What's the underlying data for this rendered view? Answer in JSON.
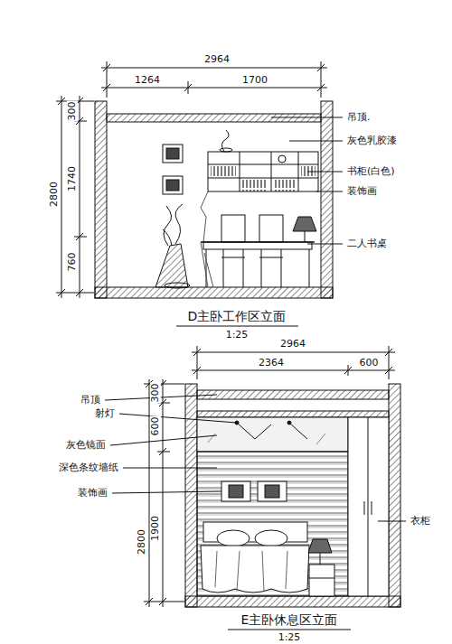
{
  "diagram": {
    "labels": [
      "2964",
      "1264",
      "1700",
      "300",
      "1740",
      "760",
      "2800",
      "吊顶.",
      "灰色乳胶漆",
      "书柜(白色)",
      "装饰画",
      "二人书桌",
      "D主卧工作区立面",
      "1:25",
      "2964",
      "2364",
      "600",
      "300",
      "600",
      "1900",
      "2800",
      "吊顶",
      "射灯",
      "灰色镜面",
      "深色条纹墙纸",
      "装饰画",
      "衣柜",
      "E主卧休息区立面",
      "1:25"
    ]
  }
}
